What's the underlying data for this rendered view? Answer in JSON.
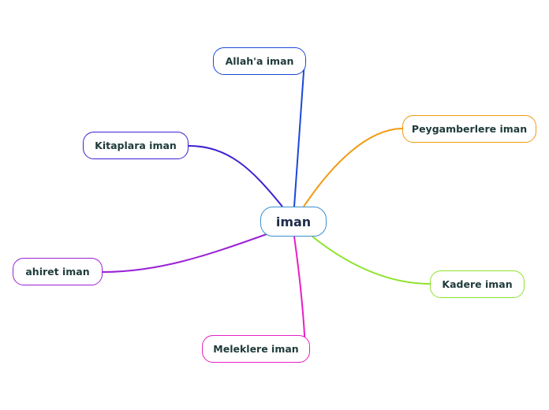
{
  "central": {
    "label": "iman",
    "color": "#3a8fd0"
  },
  "branches": [
    {
      "id": "allah",
      "label": "Allah'a iman",
      "color": "#1b48d9"
    },
    {
      "id": "peygamber",
      "label": "Peygamberlere iman",
      "color": "#f09a12"
    },
    {
      "id": "kitap",
      "label": "Kitaplara iman",
      "color": "#3d1fd4"
    },
    {
      "id": "ahiret",
      "label": "ahiret iman",
      "color": "#9a21d6"
    },
    {
      "id": "kader",
      "label": "Kadere iman",
      "color": "#8ee32c"
    },
    {
      "id": "melek",
      "label": "Meleklere iman",
      "color": "#e81fc3"
    }
  ]
}
